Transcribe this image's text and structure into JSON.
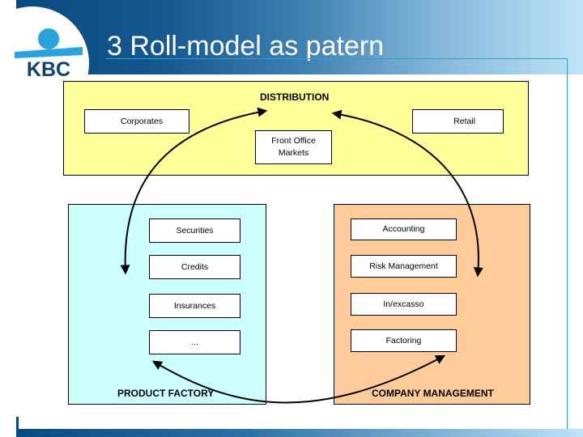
{
  "slide": {
    "title": "3 Roll-model as patern",
    "logo_text": "KBC"
  },
  "colors": {
    "header_dark": "#0a4a82",
    "header_light": "#bfe3f6",
    "accent_line": "#2fa2c4",
    "distribution_fill": "#ffff99",
    "product_factory_fill": "#ccffff",
    "company_management_fill": "#ffcc99",
    "logo_blue": "#2aa3dc",
    "logo_navy": "#0f3f73"
  },
  "diagram": {
    "distribution": {
      "label": "DISTRIBUTION",
      "items": [
        "Corporates",
        "Retail"
      ],
      "front_office": [
        "Front Office",
        "Markets"
      ]
    },
    "product_factory": {
      "label": "PRODUCT FACTORY",
      "items": [
        "Securities",
        "Credits",
        "Insurances",
        "..."
      ]
    },
    "company_management": {
      "label": "COMPANY MANAGEMENT",
      "items": [
        "Accounting",
        "Risk Management",
        "In/excasso",
        "Factoring"
      ]
    },
    "connections": [
      {
        "from": "product_factory",
        "to": "distribution",
        "bidirectional": true
      },
      {
        "from": "distribution",
        "to": "company_management",
        "bidirectional": true
      },
      {
        "from": "product_factory",
        "to": "company_management",
        "bidirectional": true
      }
    ]
  }
}
